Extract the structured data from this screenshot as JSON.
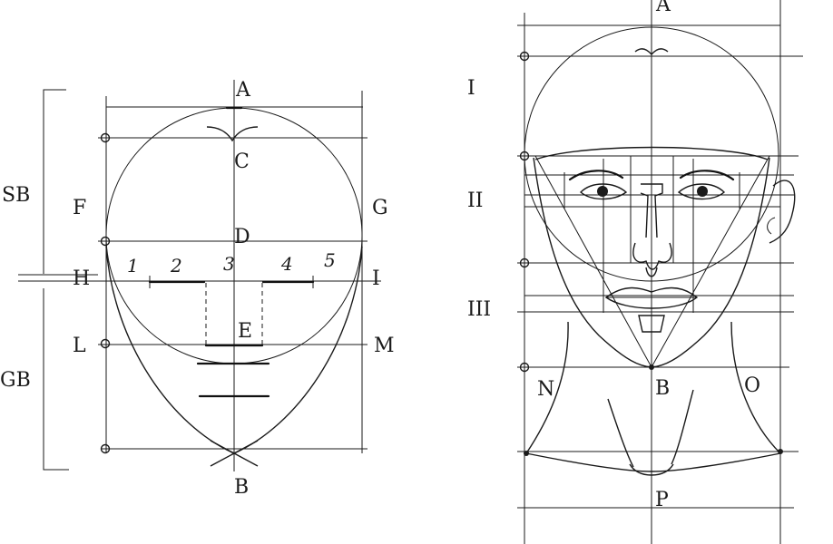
{
  "left_diagram": {
    "points": {
      "A": "A",
      "B": "B",
      "C": "C",
      "D": "D",
      "E": "E",
      "F": "F",
      "G": "G",
      "H": "H",
      "I": "I",
      "L": "L",
      "M": "M"
    },
    "brackets": {
      "upper": "SB",
      "lower": "GB"
    },
    "eye_line_divisions": [
      "1",
      "2",
      "3",
      "4",
      "5"
    ]
  },
  "right_diagram": {
    "points": {
      "A": "A",
      "B": "B",
      "N": "N",
      "O": "O",
      "P": "P"
    },
    "sections": [
      "I",
      "II",
      "III"
    ]
  }
}
